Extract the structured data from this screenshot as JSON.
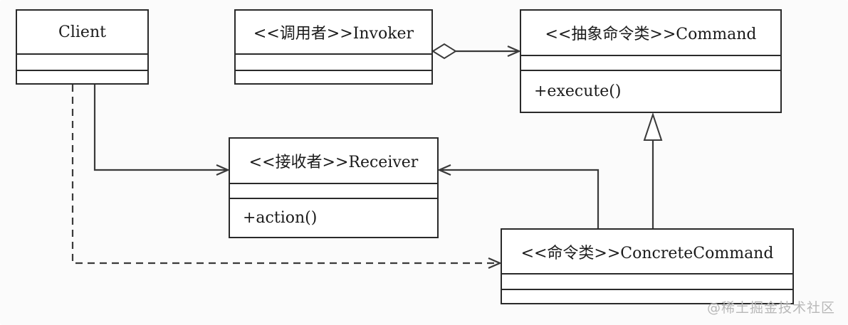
{
  "classes": {
    "client": {
      "name": "Client"
    },
    "invoker": {
      "name": "<<调用者>>Invoker"
    },
    "command": {
      "name": "<<抽象命令类>>Command",
      "operation": "+execute()"
    },
    "receiver": {
      "name": "<<接收者>>Receiver",
      "operation": "+action()"
    },
    "concrete": {
      "name": "<<命令类>>ConcreteCommand"
    }
  },
  "relationships": [
    {
      "from": "Invoker",
      "to": "Command",
      "kind": "aggregation"
    },
    {
      "from": "Client",
      "to": "Receiver",
      "kind": "association"
    },
    {
      "from": "Client",
      "to": "ConcreteCommand",
      "kind": "dependency"
    },
    {
      "from": "ConcreteCommand",
      "to": "Receiver",
      "kind": "association"
    },
    {
      "from": "ConcreteCommand",
      "to": "Command",
      "kind": "generalization"
    }
  ],
  "watermark": "@稀土掘金技术社区",
  "colors": {
    "line": "#3a3a3a",
    "border": "#2a2a2a",
    "watermark": "#b8b8b8"
  }
}
